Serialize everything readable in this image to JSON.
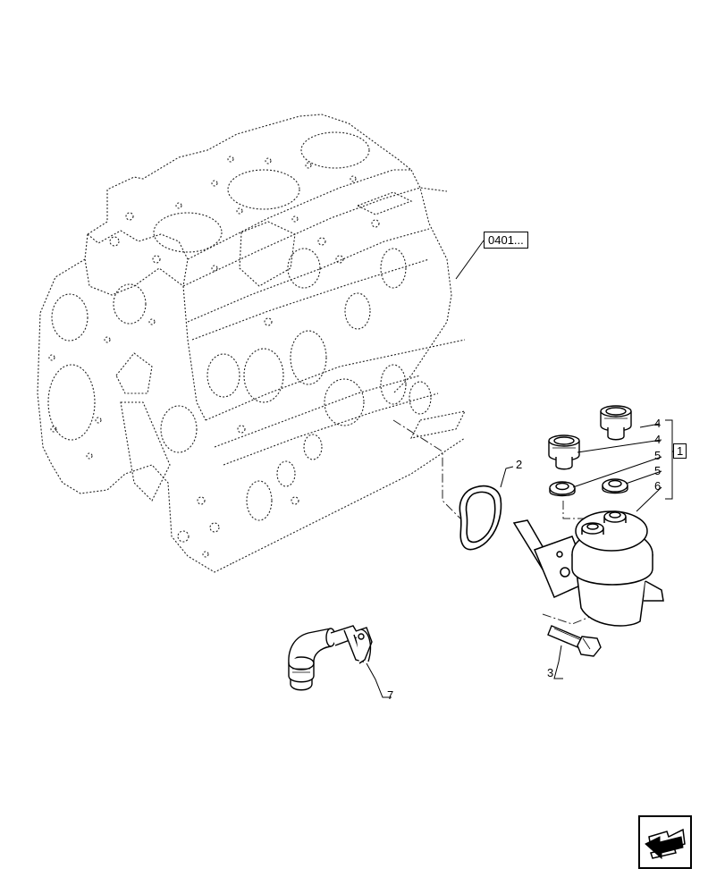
{
  "diagram": {
    "reference_label": "0401...",
    "kit_label": "1",
    "callouts": {
      "c4a": "4",
      "c4b": "4",
      "c5a": "5",
      "c5b": "5",
      "c6": "6",
      "c2": "2",
      "c3": "3",
      "c7": "7"
    }
  },
  "icons": {
    "next_page": "arrow-navigation-icon"
  }
}
